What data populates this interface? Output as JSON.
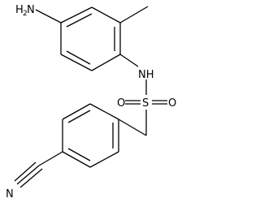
{
  "molecule": {
    "atoms": {
      "amine": {
        "label": "H",
        "sub": "2",
        "suffix": "N"
      },
      "amide": {
        "label": "NH"
      },
      "sulfur": {
        "label": "S"
      },
      "oxygen_left": {
        "label": "O"
      },
      "oxygen_right": {
        "label": "O"
      },
      "nitrile_n": {
        "label": "N"
      }
    }
  },
  "colors": {
    "bond": "#000000",
    "text": "#000000",
    "background": "#ffffff"
  }
}
